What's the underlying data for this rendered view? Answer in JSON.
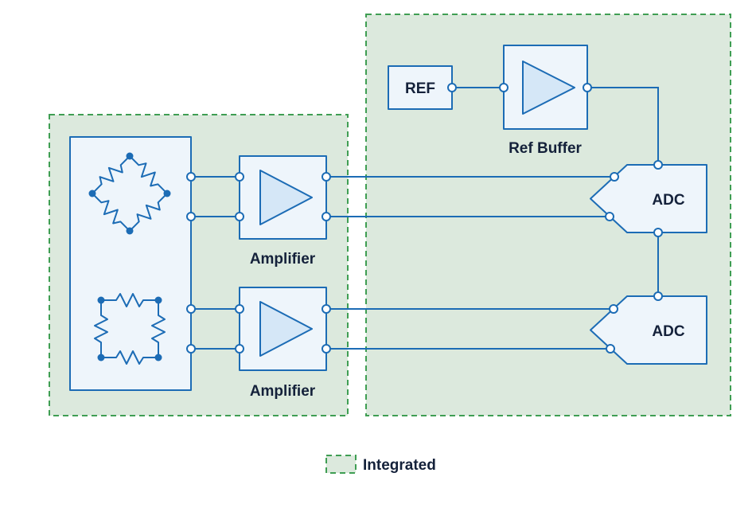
{
  "diagram": {
    "labels": {
      "ref": "REF",
      "ref_buffer": "Ref Buffer",
      "amplifier_top": "Amplifier",
      "amplifier_bottom": "Amplifier",
      "adc_top": "ADC",
      "adc_bottom": "ADC",
      "legend": "Integrated"
    },
    "colors": {
      "green_border": "#3f9e53",
      "green_fill": "#dce9dd",
      "blue": "#1c6cb5",
      "block_fill": "#eef5fb",
      "triangle_fill": "#d5e7f7",
      "text": "#14213a"
    }
  }
}
